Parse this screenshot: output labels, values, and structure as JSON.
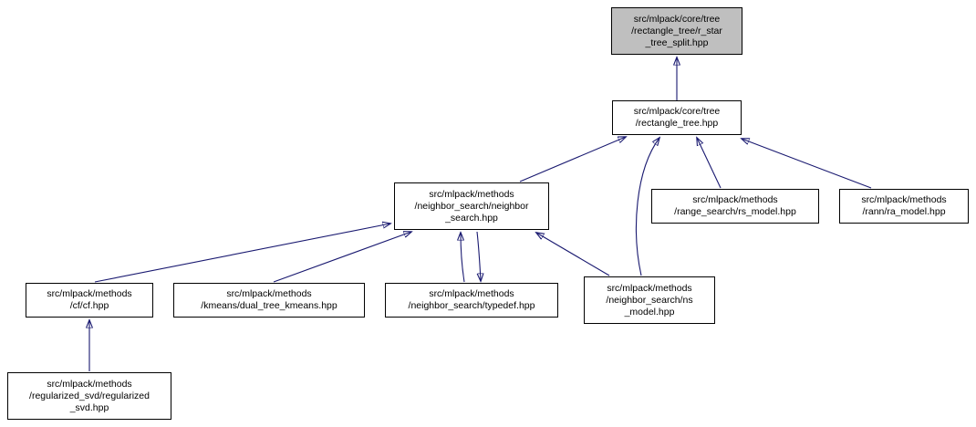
{
  "graph": {
    "type": "include-dependency-graph",
    "arrow_color": "#191970",
    "highlight_fill": "#bfbfbf",
    "node_fill": "#ffffff",
    "border_color": "#000000",
    "nodes": [
      {
        "id": "r_star_tree_split",
        "label": "src/mlpack/core/tree\n/rectangle_tree/r_star\n_tree_split.hpp",
        "highlighted": true
      },
      {
        "id": "rectangle_tree",
        "label": "src/mlpack/core/tree\n/rectangle_tree.hpp",
        "highlighted": false
      },
      {
        "id": "neighbor_search",
        "label": "src/mlpack/methods\n/neighbor_search/neighbor\n_search.hpp",
        "highlighted": false
      },
      {
        "id": "rs_model",
        "label": "src/mlpack/methods\n/range_search/rs_model.hpp",
        "highlighted": false
      },
      {
        "id": "ra_model",
        "label": "src/mlpack/methods\n/rann/ra_model.hpp",
        "highlighted": false
      },
      {
        "id": "cf",
        "label": "src/mlpack/methods\n/cf/cf.hpp",
        "highlighted": false
      },
      {
        "id": "dual_tree_kmeans",
        "label": "src/mlpack/methods\n/kmeans/dual_tree_kmeans.hpp",
        "highlighted": false
      },
      {
        "id": "typedef",
        "label": "src/mlpack/methods\n/neighbor_search/typedef.hpp",
        "highlighted": false
      },
      {
        "id": "ns_model",
        "label": "src/mlpack/methods\n/neighbor_search/ns\n_model.hpp",
        "highlighted": false
      },
      {
        "id": "regularized_svd",
        "label": "src/mlpack/methods\n/regularized_svd/regularized\n_svd.hpp",
        "highlighted": false
      }
    ],
    "edges": [
      {
        "from": "rectangle_tree",
        "to": "r_star_tree_split"
      },
      {
        "from": "neighbor_search",
        "to": "rectangle_tree"
      },
      {
        "from": "rs_model",
        "to": "rectangle_tree"
      },
      {
        "from": "ra_model",
        "to": "rectangle_tree"
      },
      {
        "from": "ns_model",
        "to": "rectangle_tree"
      },
      {
        "from": "cf",
        "to": "neighbor_search"
      },
      {
        "from": "dual_tree_kmeans",
        "to": "neighbor_search"
      },
      {
        "from": "typedef",
        "to": "neighbor_search"
      },
      {
        "from": "neighbor_search",
        "to": "typedef"
      },
      {
        "from": "regularized_svd",
        "to": "cf"
      }
    ]
  }
}
